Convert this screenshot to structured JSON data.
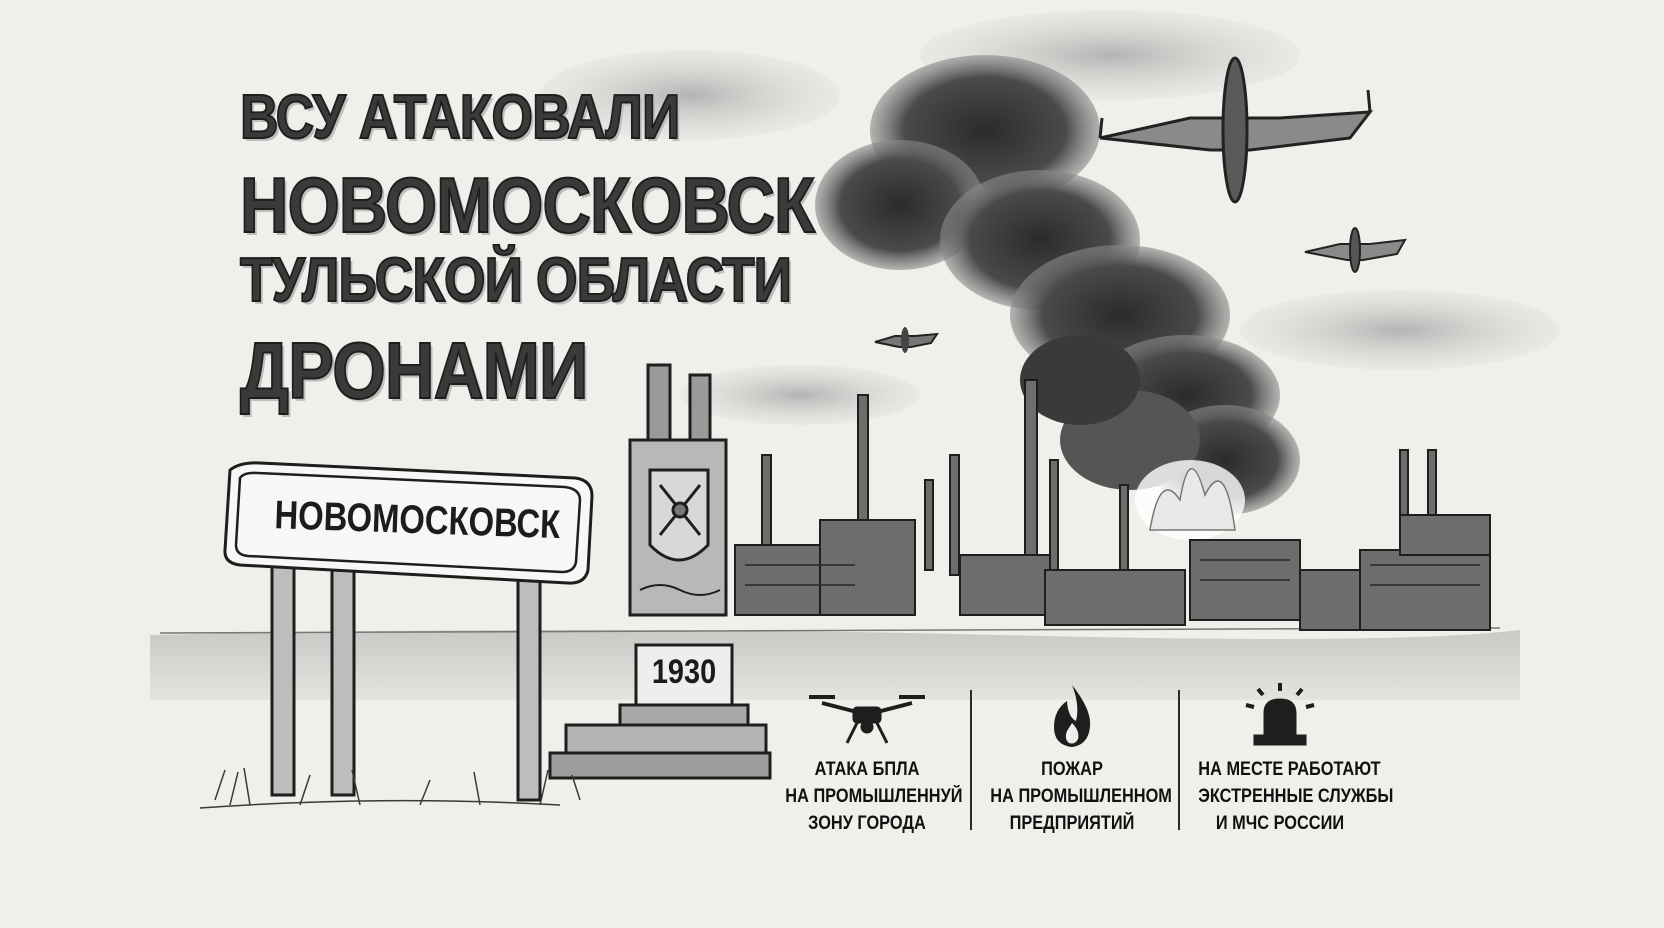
{
  "headline": {
    "line1": "ВСУ АТАКОВАЛИ",
    "line2": "НОВОМОСКОВСК",
    "line3": "ТУЛЬСКОЙ ОБЛАСТИ",
    "line4": "ДРОНАМИ"
  },
  "city_sign": {
    "name": "НОВОМОСКОВСК"
  },
  "monument": {
    "year": "1930"
  },
  "info_items": [
    {
      "icon": "quadcopter-drone-icon",
      "lines": [
        "АТАКА БПЛА",
        "НА ПРОМЫШЛЕННУЙ",
        "ЗОНУ ГОРОДА"
      ]
    },
    {
      "icon": "flame-icon",
      "lines": [
        "ПОЖАР",
        "НА ПРОМЫШЛЕННОМ",
        "ПРЕДПРИЯТИЙ"
      ]
    },
    {
      "icon": "emergency-siren-icon",
      "lines": [
        "НА МЕСТЕ РАБОТАЮТ",
        "ЭКСТРЕННЫЕ СЛУЖБЫ",
        "И МЧС РОССИИ"
      ]
    }
  ],
  "colors": {
    "paper": "#f1efea",
    "ink": "#1e1e1e",
    "smoke": "#3c3c3c"
  }
}
